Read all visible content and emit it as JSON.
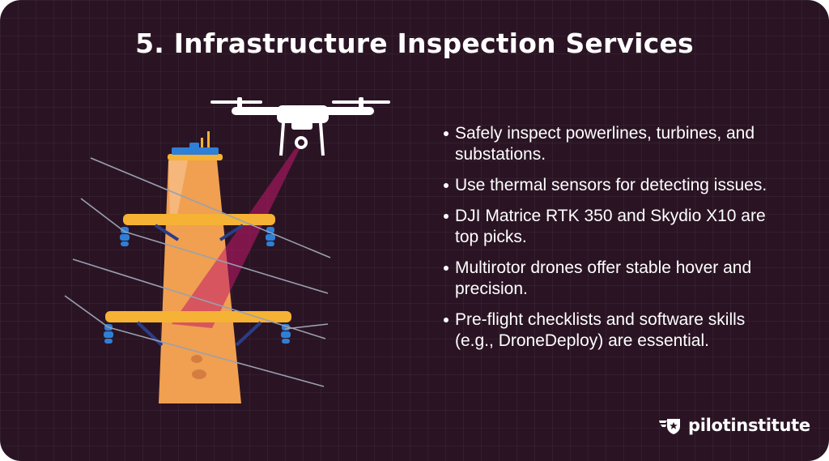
{
  "slide": {
    "title": "5. Infrastructure Inspection Services",
    "bullets": [
      "Safely inspect powerlines, turbines, and substations.",
      "Use thermal sensors for detecting issues.",
      "DJI Matrice RTK 350 and Skydio X10 are top picks.",
      "Multirotor drones offer stable hover and precision.",
      "Pre-flight checklists and software skills (e.g., DroneDeploy) are essential."
    ]
  },
  "brand": {
    "name": "pilotinstitute",
    "icon": "pilot-wings-star-icon"
  },
  "illustration": {
    "subject": "drone-inspecting-power-pole",
    "icons": [
      "drone-icon",
      "power-pole-icon",
      "insulator-icon",
      "power-line-icon",
      "camera-beam-icon"
    ]
  },
  "colors": {
    "background": "#2a1424",
    "pole": "#f0a050",
    "crossarm": "#f5b234",
    "insulator": "#2f7fd6",
    "beam": "#c2186c",
    "drone": "#ffffff",
    "text": "#ffffff"
  }
}
